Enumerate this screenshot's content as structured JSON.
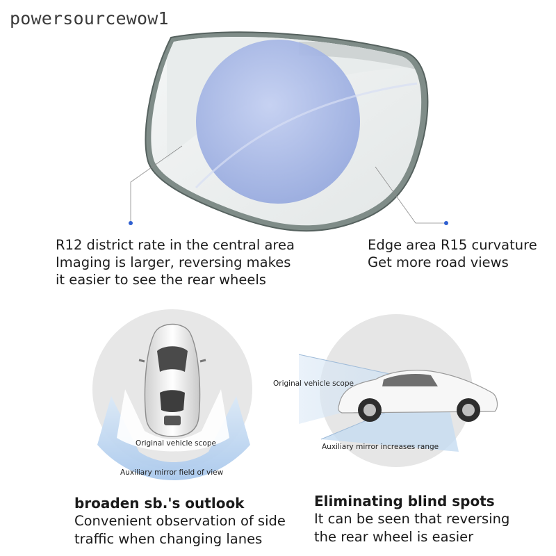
{
  "watermark": "powersourcewow1",
  "callouts": {
    "central": {
      "line1": "R12 district rate in the central area",
      "line2": "Imaging is larger, reversing makes",
      "line3": "it easier to see the rear wheels"
    },
    "edge": {
      "line1": "Edge area R15 curvature",
      "line2": "Get more road views"
    }
  },
  "panel_left": {
    "original_scope": "Original vehicle scope",
    "mirror_field": "Auxiliary mirror field of view",
    "heading": "broaden sb.'s outlook",
    "line1": "Convenient observation of side",
    "line2": "traffic when changing lanes"
  },
  "panel_right": {
    "original_scope": "Original vehicle scope",
    "mirror_range": "Auxiliary mirror increases range",
    "heading": "Eliminating blind spots",
    "line1": "It can be seen that reversing",
    "line2": "the rear wheel is easier"
  },
  "colors": {
    "mirror_frame": "#5f6f6b",
    "lens_blue": "#a9b9e6",
    "leader_dot": "#2f5fd0",
    "panel_grey": "#e6e6e6",
    "fov_blue": "#b7d4ef"
  }
}
